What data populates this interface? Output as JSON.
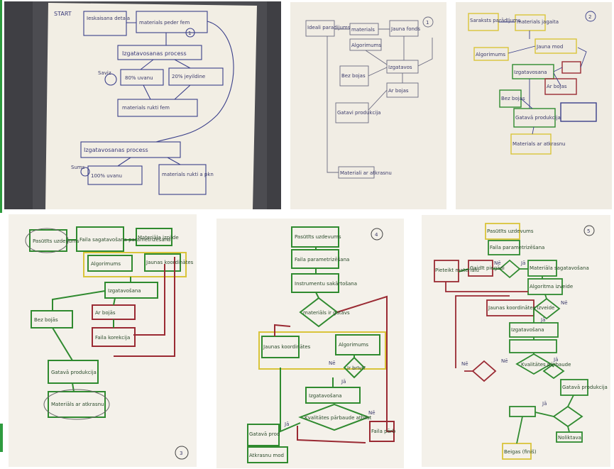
{
  "photos": {
    "p1": {
      "page_number": "1",
      "start_label": "START",
      "boxes": [
        "Ieskaisana detala",
        "materials peder fem",
        "Izgatavosanas process",
        "80% uvanu",
        "20% jeyildine",
        "materials rukti fem",
        "Izgatavosanas process",
        "100% uvanu",
        "materials rukti a pkn"
      ],
      "notes": [
        "Saviz",
        "Sums"
      ]
    },
    "p2": {
      "page_number": "1",
      "boxes": [
        "Ideali paradijums",
        "materials",
        "Jauna fonds",
        "Algorimums",
        "Izgatavos",
        "Bez bojas",
        "Ar bojas",
        "Gatavi produkcija",
        "Materiali ar atkrasnu"
      ]
    },
    "p3": {
      "page_number": "2",
      "boxes": [
        "Saraksts parādījums",
        "materials jagaita",
        "Algorimums",
        "Jauna mod",
        "Izgatavosana",
        "Ar bojas",
        "Bez bojas",
        "Gatavā produkcija",
        "Materials ar atkrasnu"
      ]
    },
    "p4": {
      "page_number": "3",
      "boxes": [
        "Pasūtīts uzdevums",
        "Faila sagatavošana parametrizēšana",
        "Materiāla izpilde",
        "Algorimums",
        "Jaunas koordinātes",
        "Izgatavošana",
        "Bez bojās",
        "Ar bojās",
        "Faila korekcija",
        "Gatavā produkcija",
        "Materiāls ar atkrasnu"
      ]
    },
    "p5": {
      "page_number": "4",
      "boxes": [
        "Pasūtīts uzdevums",
        "Faila parametrizēšana",
        "Instrumentu sakārtošana",
        "materiāls ir gatavs",
        "Jaunas koordinātes",
        "Algorimums",
        "Ir brīvi?",
        "Izgatavošana",
        "Kvalitātes pārbaude atbilst",
        "Faila pārb",
        "Gatavā prod",
        "Atkrasnu mod"
      ],
      "branch_labels": [
        "Jā",
        "Nē",
        "Jā",
        "Nē"
      ]
    },
    "p6": {
      "page_number": "5",
      "boxes": [
        "Pasūtīts uzdevums",
        "Faila parametrizēšana",
        "Pieteikt materiālu",
        "Gaidīt piegādi",
        "Materiāla sagatavošana",
        "Algoritma izveide",
        "Jaunas koordinātes izveide",
        "Izgatavošana",
        "Kvalitātes pārbaude",
        "Gatavā produkcija",
        "Noliktava",
        "Beigas (finiš)"
      ],
      "branch_labels": [
        "Nē",
        "Jā",
        "Nē",
        "Jā",
        "Nē",
        "Jā",
        "Jā",
        "Nē"
      ]
    }
  },
  "colors": {
    "green": "#2f8a2f",
    "red": "#9a2a33",
    "yellow": "#d9c43a",
    "blue_pen": "#3a3f8a",
    "paper": "#f3efe6",
    "green_bar": "#2e9b3e"
  }
}
